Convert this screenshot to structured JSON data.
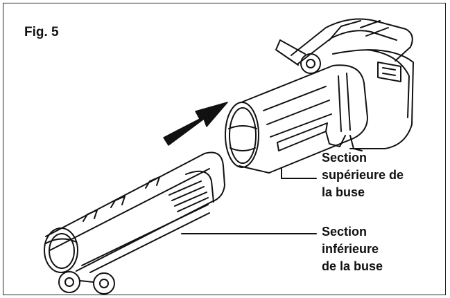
{
  "figure": {
    "label": "Fig. 5",
    "callouts": {
      "upper": [
        "Section",
        "supérieure de",
        "la buse"
      ],
      "lower": [
        "Section",
        "inférieure",
        "de la buse"
      ]
    },
    "icons": [
      "assembly-arrow-icon"
    ],
    "colors": {
      "ink": "#111111",
      "background": "#ffffff"
    }
  }
}
